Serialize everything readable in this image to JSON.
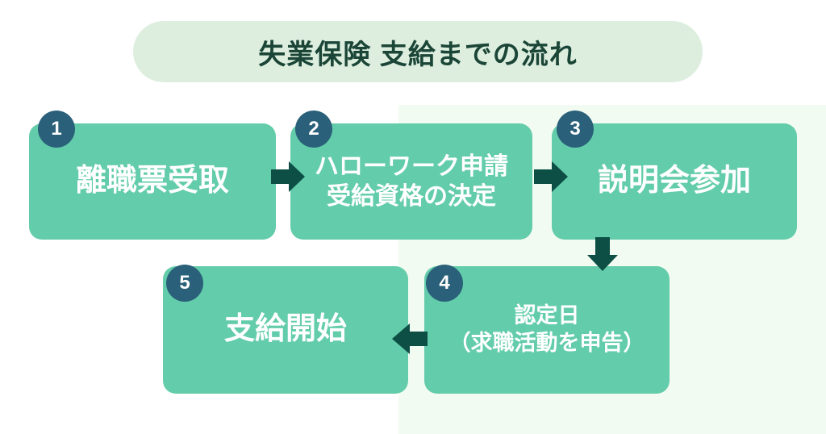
{
  "title": {
    "text": "失業保険 支給までの流れ"
  },
  "colors": {
    "box_fill": "#63CCAA",
    "badge_fill": "#2A6079",
    "arrow_fill": "#0D4F45",
    "title_banner_fill": "#DDEEDF",
    "title_text": "#1B4637",
    "panel_tint": "#F1FBF1",
    "box_text": "#FFFFFF",
    "page_background": "#FFFFFF"
  },
  "steps": [
    {
      "number": "1",
      "lines": [
        "離職票受取"
      ]
    },
    {
      "number": "2",
      "lines": [
        "ハローワーク申請",
        "受給資格の決定"
      ]
    },
    {
      "number": "3",
      "lines": [
        "説明会参加"
      ]
    },
    {
      "number": "4",
      "lines": [
        "認定日",
        "（求職活動を申告）"
      ]
    },
    {
      "number": "5",
      "lines": [
        "支給開始"
      ]
    }
  ],
  "arrows": [
    {
      "name": "step1-to-step2",
      "direction": "right"
    },
    {
      "name": "step2-to-step3",
      "direction": "right"
    },
    {
      "name": "step3-to-step4",
      "direction": "down"
    },
    {
      "name": "step4-to-step5",
      "direction": "left"
    }
  ]
}
